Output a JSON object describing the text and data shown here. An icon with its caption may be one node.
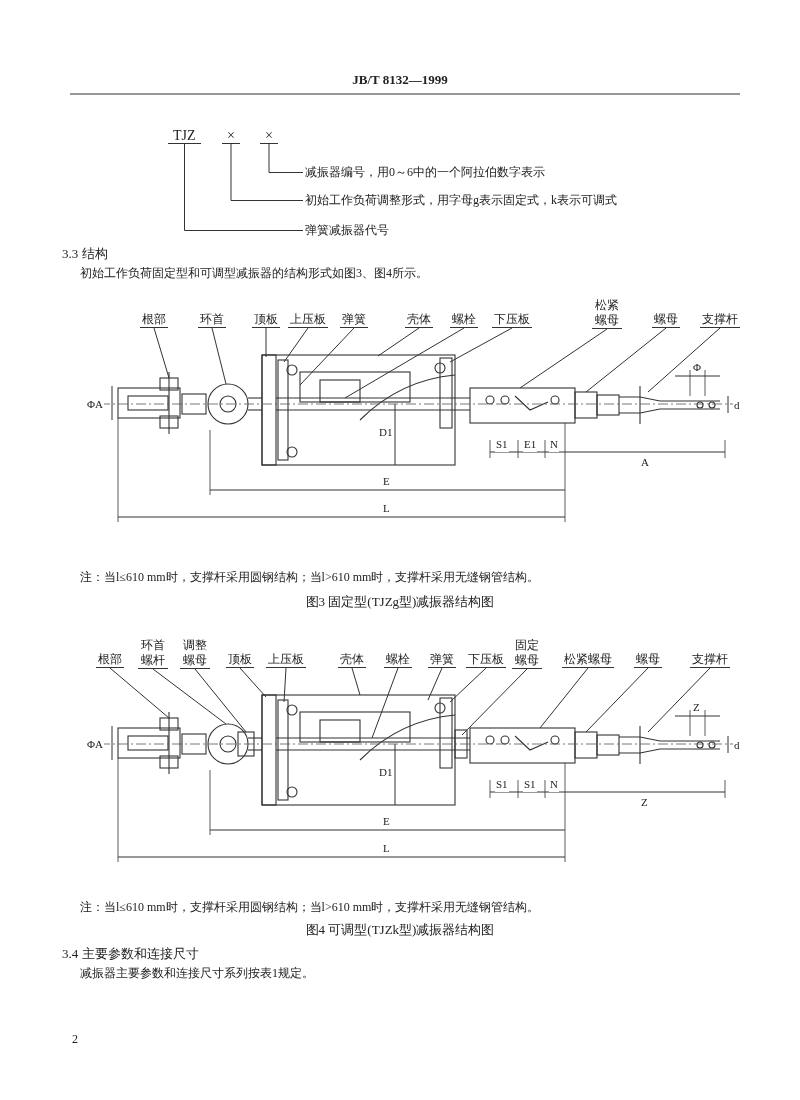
{
  "diagram": {
    "nodes": [
      {
        "text": [
          "TJZ"
        ]
      },
      {
        "text": [
          "×"
        ]
      },
      {
        "text": [
          "×"
        ]
      },
      {
        "text": [
          "减振器编号，用0～6中的一个阿拉伯数字表示"
        ]
      },
      {
        "text": [
          "初始工作负荷调整形式，用字母g表示固定式，k表示可调式"
        ]
      },
      {
        "text": [
          "弹簧减振器代号"
        ]
      },
      {
        "text": [
          "根部"
        ]
      },
      {
        "text": [
          "环首"
        ]
      },
      {
        "text": [
          "顶板"
        ]
      },
      {
        "text": [
          "上压板"
        ]
      },
      {
        "text": [
          "弹簧"
        ]
      },
      {
        "text": [
          "壳体"
        ]
      },
      {
        "text": [
          "螺栓"
        ]
      },
      {
        "text": [
          "下压板"
        ]
      },
      {
        "text": [
          "松紧螺母"
        ]
      },
      {
        "text": [
          "螺母"
        ]
      },
      {
        "text": [
          "支撑杆"
        ]
      },
      {
        "text": [],
        "shape": "picture"
      },
      {
        "text": [
          "根部"
        ]
      },
      {
        "text": [
          "环首螺杆"
        ]
      },
      {
        "text": [
          "调整螺母"
        ]
      },
      {
        "text": [
          "顶板"
        ]
      },
      {
        "text": [
          "上压板"
        ]
      },
      {
        "text": [
          "壳体"
        ]
      },
      {
        "text": [
          "螺栓"
        ]
      },
      {
        "text": [
          "弹簧"
        ]
      },
      {
        "text": [
          "下压板"
        ]
      },
      {
        "text": [
          "固定螺母"
        ]
      },
      {
        "text": [
          "松紧螺母"
        ]
      },
      {
        "text": [
          "螺母"
        ]
      },
      {
        "text": [
          "支撑杆"
        ]
      },
      {
        "text": [],
        "shape": "picture"
      }
    ],
    "edges": [
      {
        "from": 2,
        "to": 3,
        "arrow": "none"
      },
      {
        "from": 1,
        "to": 4,
        "arrow": "none"
      },
      {
        "from": 0,
        "to": 5,
        "arrow": "none"
      },
      {
        "from": 6,
        "to": 17,
        "arrow": "none"
      },
      {
        "from": 7,
        "to": 17,
        "arrow": "none"
      },
      {
        "from": 8,
        "to": 17,
        "arrow": "none"
      },
      {
        "from": 9,
        "to": 17,
        "arrow": "none"
      },
      {
        "from": 10,
        "to": 17,
        "arrow": "none"
      },
      {
        "from": 11,
        "to": 17,
        "arrow": "none"
      },
      {
        "from": 12,
        "to": 17,
        "arrow": "none"
      },
      {
        "from": 13,
        "to": 17,
        "arrow": "none"
      },
      {
        "from": 14,
        "to": 17,
        "arrow": "none"
      },
      {
        "from": 15,
        "to": 17,
        "arrow": "none"
      },
      {
        "from": 16,
        "to": 17,
        "arrow": "none"
      },
      {
        "from": 18,
        "to": 31,
        "arrow": "none"
      },
      {
        "from": 19,
        "to": 31,
        "arrow": "none"
      },
      {
        "from": 20,
        "to": 31,
        "arrow": "none"
      },
      {
        "from": 21,
        "to": 31,
        "arrow": "none"
      },
      {
        "from": 22,
        "to": 31,
        "arrow": "none"
      },
      {
        "from": 23,
        "to": 31,
        "arrow": "none"
      },
      {
        "from": 24,
        "to": 31,
        "arrow": "none"
      },
      {
        "from": 25,
        "to": 31,
        "arrow": "none"
      },
      {
        "from": 26,
        "to": 31,
        "arrow": "none"
      },
      {
        "from": 27,
        "to": 31,
        "arrow": "none"
      },
      {
        "from": 28,
        "to": 31,
        "arrow": "none"
      },
      {
        "from": 29,
        "to": 31,
        "arrow": "none"
      },
      {
        "from": 30,
        "to": 31,
        "arrow": "none"
      }
    ],
    "labels": [
      "JB/T 8132—1999",
      "3.3 结构",
      "初始工作负荷固定型和可调型减振器的结构形式如图3、图4所示。",
      "ΦA",
      "D1",
      "S1",
      "E1",
      "N",
      "Φ",
      "A",
      "d",
      "E",
      "L",
      "注：当l≤610 mm时，支撑杆采用圆钢结构；当l>610 mm时，支撑杆采用无缝钢管结构。",
      "图3 固定型(TJZg型)减振器结构图",
      "ΦA",
      "D1",
      "S1",
      "S1",
      "N",
      "Z",
      "Z",
      "d",
      "E",
      "L",
      "注：当l≤610 mm时，支撑杆采用圆钢结构；当l>610 mm时，支撑杆采用无缝钢管结构。",
      "图4 可调型(TJZk型)减振器结构图",
      "3.4 主要参数和连接尺寸",
      "减振器主要参数和连接尺寸系列按表1规定。",
      "2"
    ]
  }
}
